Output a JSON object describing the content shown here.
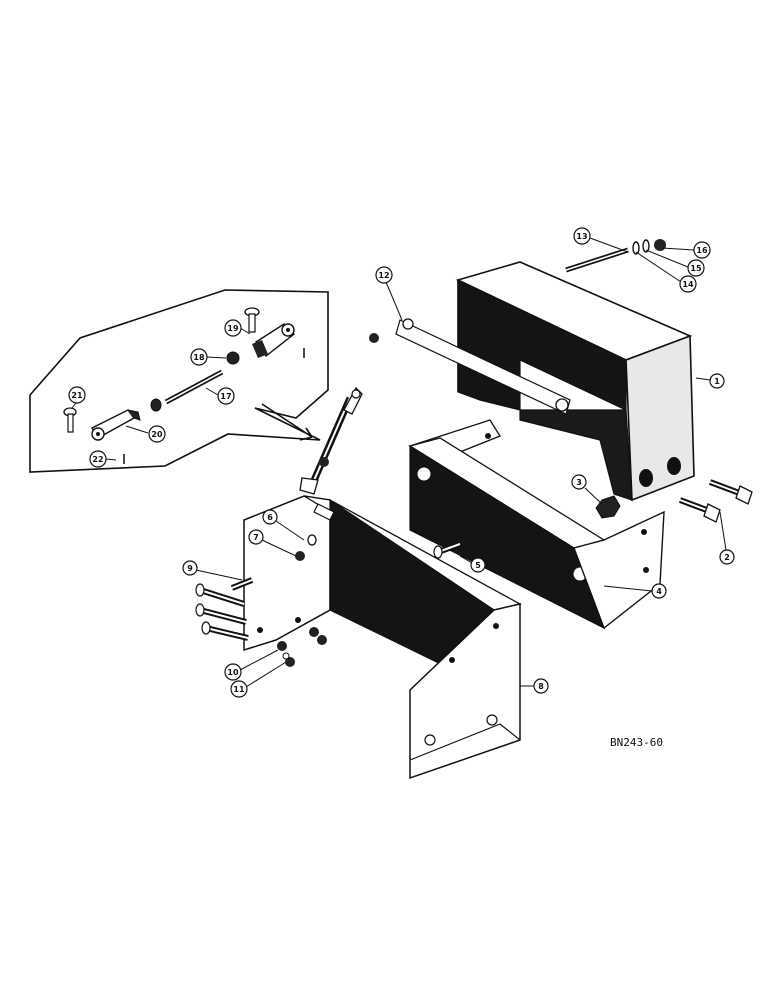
{
  "figure_id": "BN243-60",
  "callouts": [
    {
      "id": "c1",
      "label": "1"
    },
    {
      "id": "c2",
      "label": "2"
    },
    {
      "id": "c3",
      "label": "3"
    },
    {
      "id": "c4",
      "label": "4"
    },
    {
      "id": "c5",
      "label": "5"
    },
    {
      "id": "c6",
      "label": "6"
    },
    {
      "id": "c7",
      "label": "7"
    },
    {
      "id": "c8",
      "label": "8"
    },
    {
      "id": "c9",
      "label": "9"
    },
    {
      "id": "c10",
      "label": "10"
    },
    {
      "id": "c11",
      "label": "11"
    },
    {
      "id": "c12",
      "label": "12"
    },
    {
      "id": "c13",
      "label": "13"
    },
    {
      "id": "c14",
      "label": "14"
    },
    {
      "id": "c15",
      "label": "15"
    },
    {
      "id": "c16",
      "label": "16"
    },
    {
      "id": "c17",
      "label": "17"
    },
    {
      "id": "c18",
      "label": "18"
    },
    {
      "id": "c19",
      "label": "19"
    },
    {
      "id": "c20",
      "label": "20"
    },
    {
      "id": "c21",
      "label": "21"
    },
    {
      "id": "c22",
      "label": "22"
    }
  ]
}
